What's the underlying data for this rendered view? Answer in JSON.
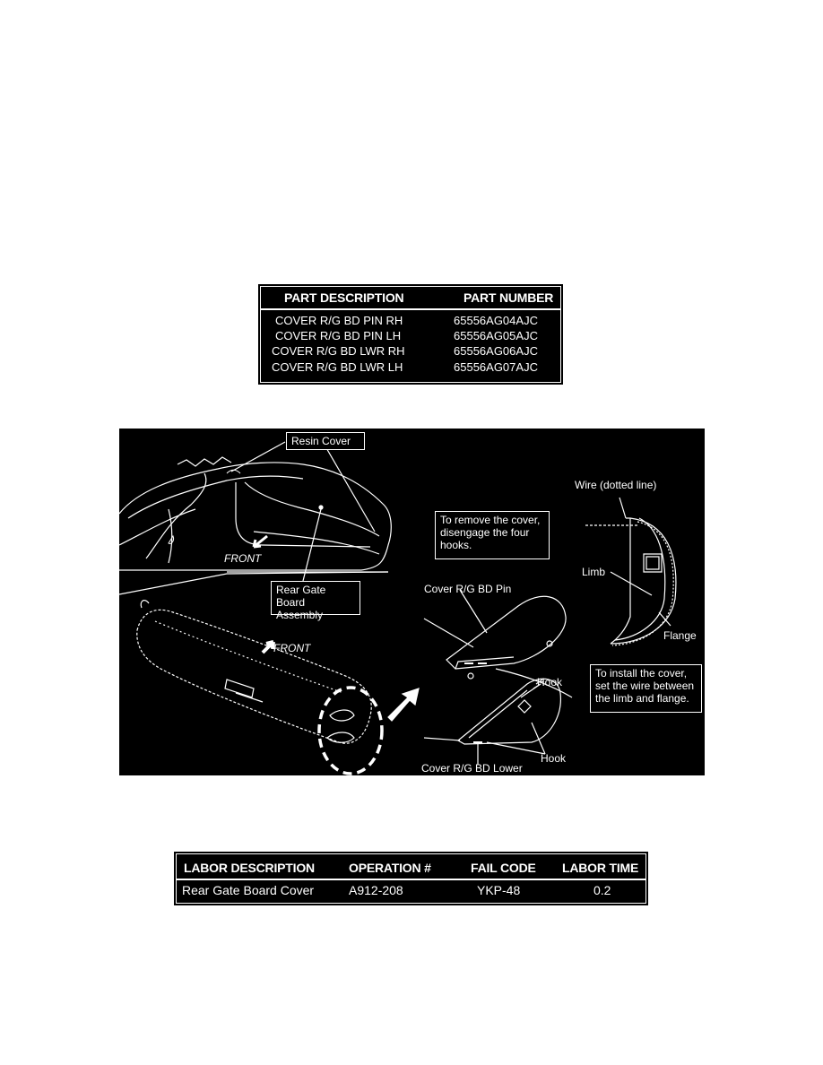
{
  "parts_table": {
    "headers": [
      "PART DESCRIPTION",
      "PART NUMBER"
    ],
    "rows": [
      [
        "COVER R/G BD PIN RH",
        "65556AG04AJC"
      ],
      [
        "COVER R/G BD PIN LH",
        "65556AG05AJC"
      ],
      [
        "COVER R/G BD LWR RH",
        "65556AG06AJC"
      ],
      [
        "COVER R/G BD LWR LH",
        "65556AG07AJC"
      ]
    ]
  },
  "figure": {
    "resin_cover": "Resin Cover",
    "front_upper": "FRONT",
    "rear_gate_assembly": [
      "Rear Gate Board",
      "Assembly"
    ],
    "front_lower": "FRONT",
    "remove_note": [
      "To remove the cover,",
      "disengage the four",
      "hooks."
    ],
    "wire_label": "Wire (dotted line)",
    "limb_label": "Limb",
    "flange_label": "Flange",
    "cover_pin_label": "Cover R/G BD Pin",
    "hook_upper": "Hook",
    "hook_lower": "Hook",
    "cover_lower_label": "Cover R/G BD Lower",
    "install_note": [
      "To install the cover,",
      "set the wire between",
      "the limb and flange."
    ]
  },
  "labor_table": {
    "headers": [
      "LABOR DESCRIPTION",
      "OPERATION #",
      "FAIL CODE",
      "LABOR TIME"
    ],
    "row": [
      "Rear Gate Board Cover",
      "A912-208",
      "YKP-48",
      "0.2"
    ]
  }
}
